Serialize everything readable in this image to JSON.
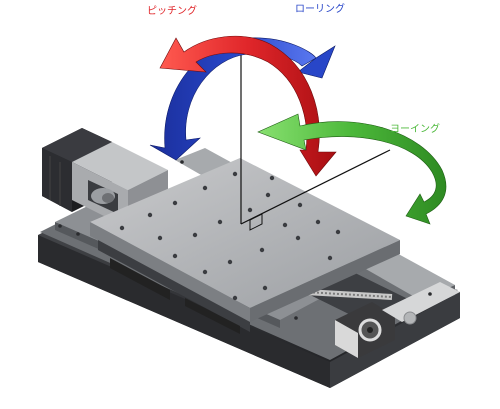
{
  "labels": {
    "pitch": "ピッチング",
    "roll": "ローリング",
    "yaw": "ヨーイング"
  },
  "colors": {
    "pitch": "#e0262a",
    "roll": "#2846c8",
    "yaw": "#4cb83a"
  },
  "icons": {
    "pitch_arrow": "curved-arrow",
    "roll_arrow": "curved-arrow",
    "yaw_arrow": "curved-arrow",
    "motor": "stepper-motor",
    "stage": "linear-stage"
  }
}
